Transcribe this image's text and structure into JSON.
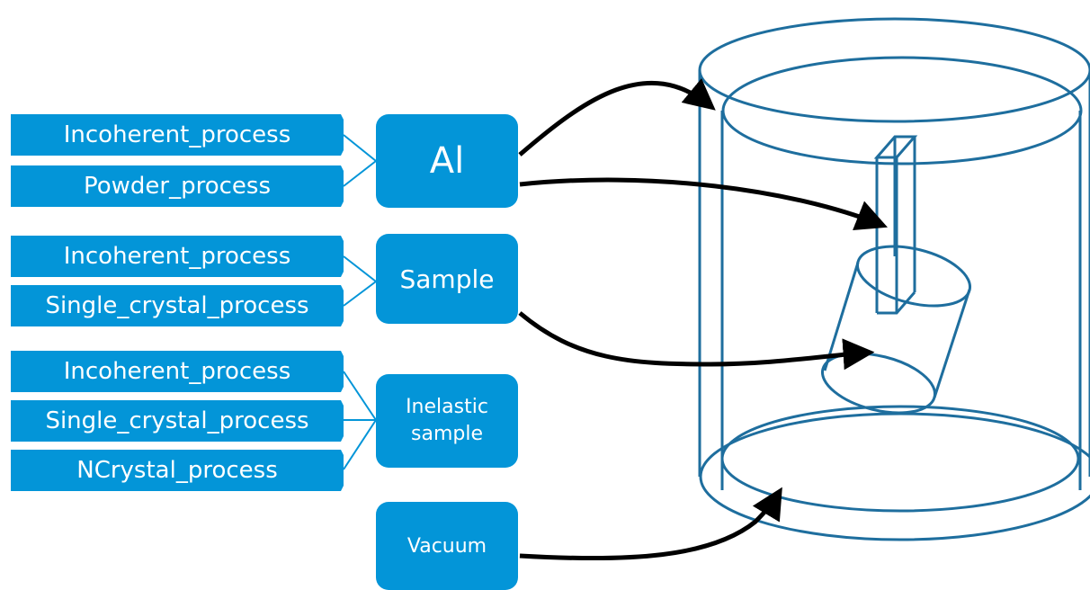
{
  "groups": [
    {
      "material": "Al",
      "processes": [
        "Incoherent_process",
        "Powder_process"
      ]
    },
    {
      "material": "Sample",
      "processes": [
        "Incoherent_process",
        "Single_crystal_process"
      ]
    },
    {
      "material": "Inelastic sample",
      "processes": [
        "Incoherent_process",
        "Single_crystal_process",
        "NCrystal_process"
      ]
    },
    {
      "material": "Vacuum",
      "processes": []
    }
  ],
  "colors": {
    "box_fill": "#0395d8",
    "outline": "#1e6e9e",
    "arrow": "#000000",
    "connector": "#0395d8"
  }
}
